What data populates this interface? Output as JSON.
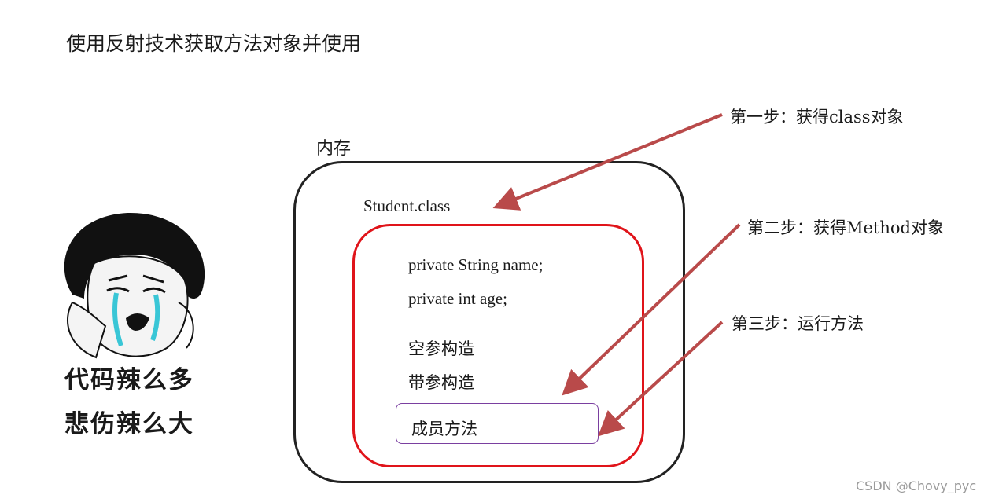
{
  "title": "使用反射技术获取方法对象并使用",
  "memory": {
    "label": "内存",
    "class_name": "Student.class",
    "members": [
      "private String name;",
      "private int age;",
      "空参构造",
      "带参构造"
    ],
    "method": "成员方法"
  },
  "steps": [
    "第一步：获得class对象",
    "第二步：获得Method对象",
    "第三步：运行方法"
  ],
  "meme": {
    "caption_line1": "代码辣么多",
    "caption_line2": "悲伤辣么大"
  },
  "watermark": "CSDN @Chovy_pyc",
  "colors": {
    "arrow": "#b94a4a",
    "class_box": "#e0141a",
    "method_box": "#7a3fa0",
    "memory_box": "#222222"
  }
}
